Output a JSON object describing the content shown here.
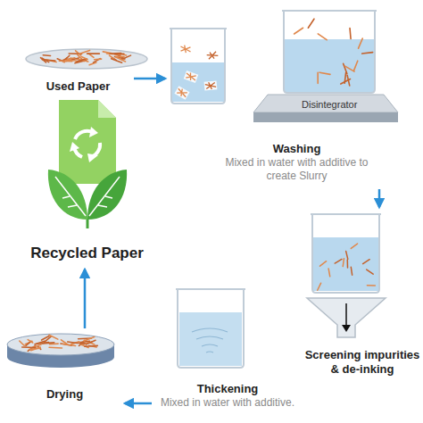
{
  "diagram": {
    "nodes": [
      {
        "text": [
          "Used Paper"
        ]
      },
      {
        "text": [
          "Washing",
          "Mixed in water with additive to create Slurry"
        ]
      },
      {
        "text": [
          "Screening impurities & de-inking"
        ]
      },
      {
        "text": [
          "Thickening",
          "Mixed in water with additive."
        ]
      },
      {
        "text": [
          "Drying"
        ]
      },
      {
        "text": [
          "Recycled Paper"
        ]
      }
    ],
    "edges": [
      {
        "from": 0,
        "to": 1,
        "arrow": "to"
      },
      {
        "from": 1,
        "to": 2,
        "arrow": "to"
      },
      {
        "from": 3,
        "to": 4,
        "arrow": "to"
      },
      {
        "from": 4,
        "to": 5,
        "arrow": "to"
      }
    ],
    "labels": [
      "Disintegrator"
    ]
  }
}
